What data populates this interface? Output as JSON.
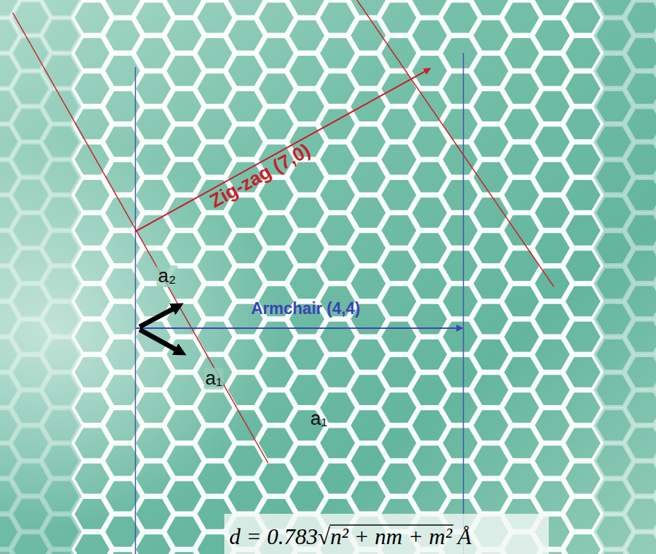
{
  "diagram": {
    "labels": [
      "Zig-zag (7,0)",
      "Armchair (4,4)",
      "a₂",
      "a₁",
      "a₁",
      "d = 0.783√n² + nm + m² Å"
    ]
  }
}
